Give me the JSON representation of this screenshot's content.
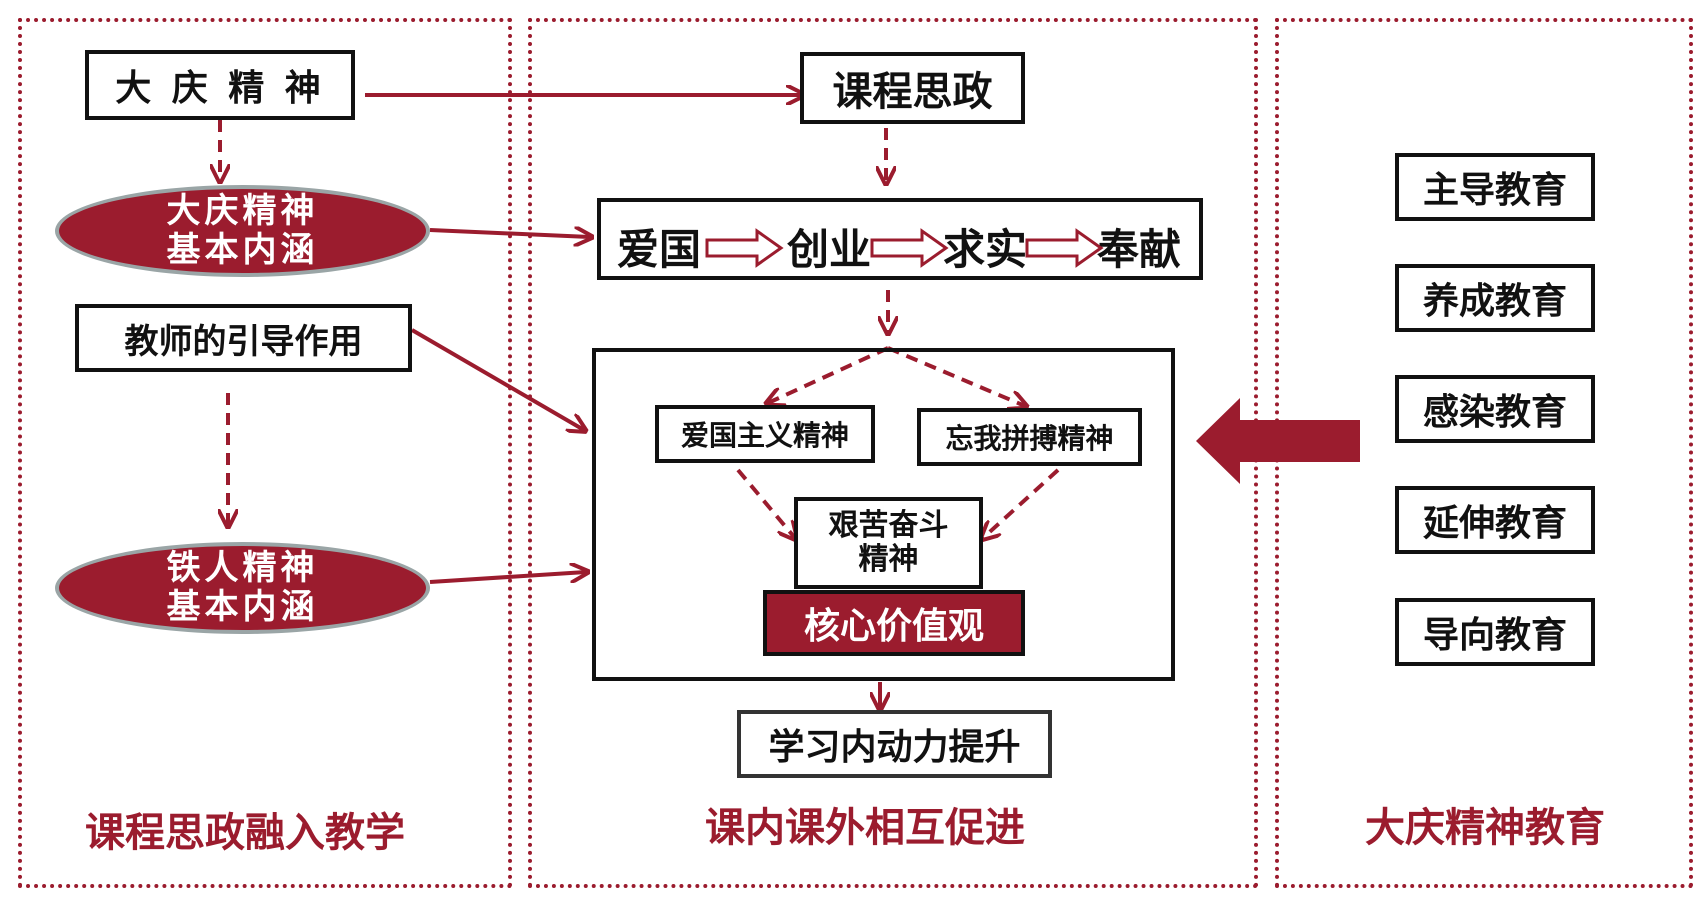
{
  "left_panel": {
    "caption": "课程思政融入教学",
    "daqing_spirit": "大 庆 精 神",
    "daqing_core": {
      "line1": "大庆精神",
      "line2": "基本内涵"
    },
    "teacher_role": "教师的引导作用",
    "ironman_core": {
      "line1": "铁人精神",
      "line2": "基本内涵"
    }
  },
  "middle_panel": {
    "caption": "课内课外相互促进",
    "course_ideology": "课程思政",
    "values_chain": [
      "爱国",
      "创业",
      "求实",
      "奉献"
    ],
    "patriotism_spirit": "爱国主义精神",
    "selfless_spirit": "忘我拼搏精神",
    "hardwork_spirit": {
      "line1": "艰苦奋斗",
      "line2": "精神"
    },
    "core_values": "核心价值观",
    "learning_motivation": "学习内动力提升"
  },
  "right_panel": {
    "caption": "大庆精神教育",
    "education_items": [
      "主导教育",
      "养成教育",
      "感染教育",
      "延伸教育",
      "导向教育"
    ]
  },
  "colors": {
    "accent": "#9b1c2e",
    "ellipse_border": "#9aa5a6",
    "text": "#111111"
  }
}
